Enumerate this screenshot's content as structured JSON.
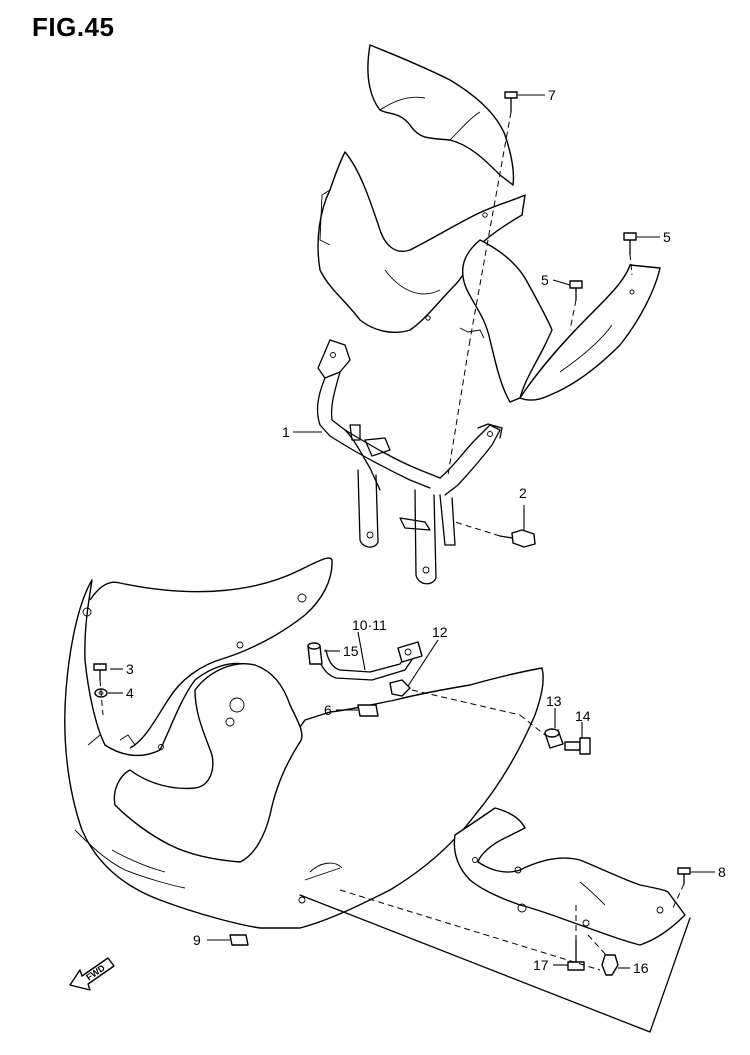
{
  "title": "FIG.45",
  "fwd_label": "FWD",
  "callouts": [
    {
      "id": "p1",
      "label": "1"
    },
    {
      "id": "p2",
      "label": "2"
    },
    {
      "id": "p3",
      "label": "3"
    },
    {
      "id": "p4",
      "label": "4"
    },
    {
      "id": "p5a",
      "label": "5"
    },
    {
      "id": "p5b",
      "label": "5"
    },
    {
      "id": "p6",
      "label": "6"
    },
    {
      "id": "p7",
      "label": "7"
    },
    {
      "id": "p8",
      "label": "8"
    },
    {
      "id": "p9",
      "label": "9"
    },
    {
      "id": "p10",
      "label": "10·11"
    },
    {
      "id": "p12",
      "label": "12"
    },
    {
      "id": "p13",
      "label": "13"
    },
    {
      "id": "p14",
      "label": "14"
    },
    {
      "id": "p15",
      "label": "15"
    },
    {
      "id": "p16",
      "label": "16"
    },
    {
      "id": "p17",
      "label": "17"
    }
  ]
}
